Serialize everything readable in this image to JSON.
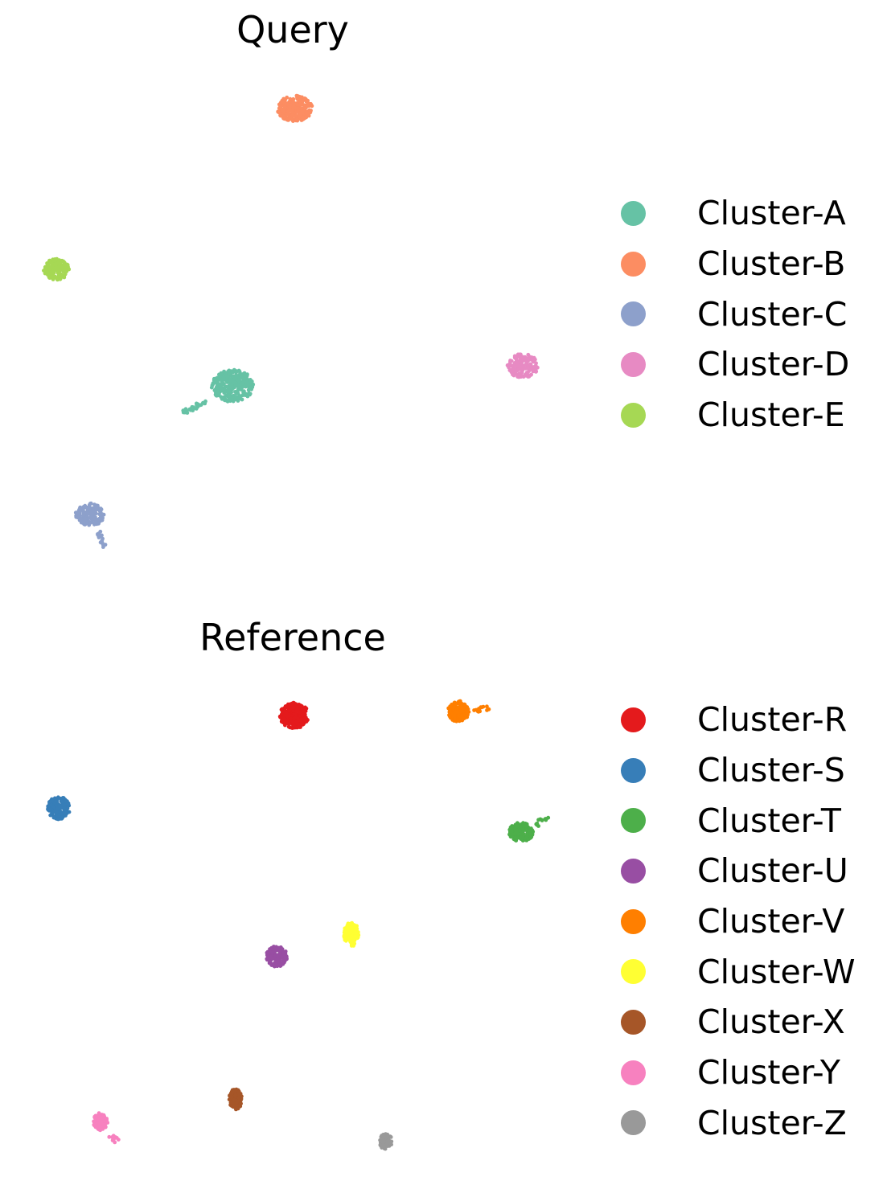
{
  "chart_data": [
    {
      "type": "scatter",
      "title": "Query",
      "legend_position": "right",
      "grid": false,
      "axes_visible": false,
      "series": [
        {
          "name": "Cluster-A",
          "color": "#66c2a5",
          "n_points": 300,
          "center": [
            290,
            480
          ],
          "spread": [
            27,
            20
          ],
          "tail": {
            "to": [
              228,
              514
            ],
            "n_points": 30
          }
        },
        {
          "name": "Cluster-B",
          "color": "#fc8d62",
          "n_points": 240,
          "center": [
            367,
            135
          ],
          "spread": [
            22,
            16
          ]
        },
        {
          "name": "Cluster-C",
          "color": "#8da0cb",
          "n_points": 150,
          "center": [
            112,
            640
          ],
          "spread": [
            18,
            14
          ],
          "tail": {
            "to": [
              129,
              679
            ],
            "n_points": 15
          }
        },
        {
          "name": "Cluster-D",
          "color": "#e78ac3",
          "n_points": 160,
          "center": [
            650,
            455
          ],
          "spread": [
            19,
            15
          ]
        },
        {
          "name": "Cluster-E",
          "color": "#a6d854",
          "n_points": 150,
          "center": [
            70,
            335
          ],
          "spread": [
            16,
            13
          ]
        }
      ]
    },
    {
      "type": "scatter",
      "title": "Reference",
      "legend_position": "right",
      "grid": false,
      "axes_visible": false,
      "series": [
        {
          "name": "Cluster-R",
          "color": "#e41a1c",
          "n_points": 280,
          "center": [
            366,
            890
          ],
          "spread": [
            18,
            16
          ]
        },
        {
          "name": "Cluster-S",
          "color": "#377eb8",
          "n_points": 180,
          "center": [
            73,
            1005
          ],
          "spread": [
            14,
            14
          ]
        },
        {
          "name": "Cluster-T",
          "color": "#4daf4a",
          "n_points": 170,
          "center": [
            648,
            1035
          ],
          "spread": [
            15,
            12
          ],
          "tail": {
            "to": [
              681,
              1018
            ],
            "n_points": 12
          }
        },
        {
          "name": "Cluster-U",
          "color": "#984ea3",
          "n_points": 150,
          "center": [
            344,
            1190
          ],
          "spread": [
            13,
            13
          ]
        },
        {
          "name": "Cluster-V",
          "color": "#ff7f00",
          "n_points": 160,
          "center": [
            570,
            885
          ],
          "spread": [
            13,
            13
          ],
          "tail": {
            "to": [
              608,
              881
            ],
            "n_points": 15
          }
        },
        {
          "name": "Cluster-W",
          "color": "#ffff33",
          "n_points": 130,
          "center": [
            437,
            1162
          ],
          "spread": [
            10,
            15
          ]
        },
        {
          "name": "Cluster-X",
          "color": "#a65628",
          "n_points": 90,
          "center": [
            293,
            1367
          ],
          "spread": [
            8,
            13
          ]
        },
        {
          "name": "Cluster-Y",
          "color": "#f781bf",
          "n_points": 90,
          "center": [
            125,
            1395
          ],
          "spread": [
            9,
            11
          ],
          "tail": {
            "to": [
              145,
              1420
            ],
            "n_points": 10
          }
        },
        {
          "name": "Cluster-Z",
          "color": "#999999",
          "n_points": 60,
          "center": [
            480,
            1420
          ],
          "spread": [
            8,
            10
          ]
        }
      ]
    }
  ]
}
